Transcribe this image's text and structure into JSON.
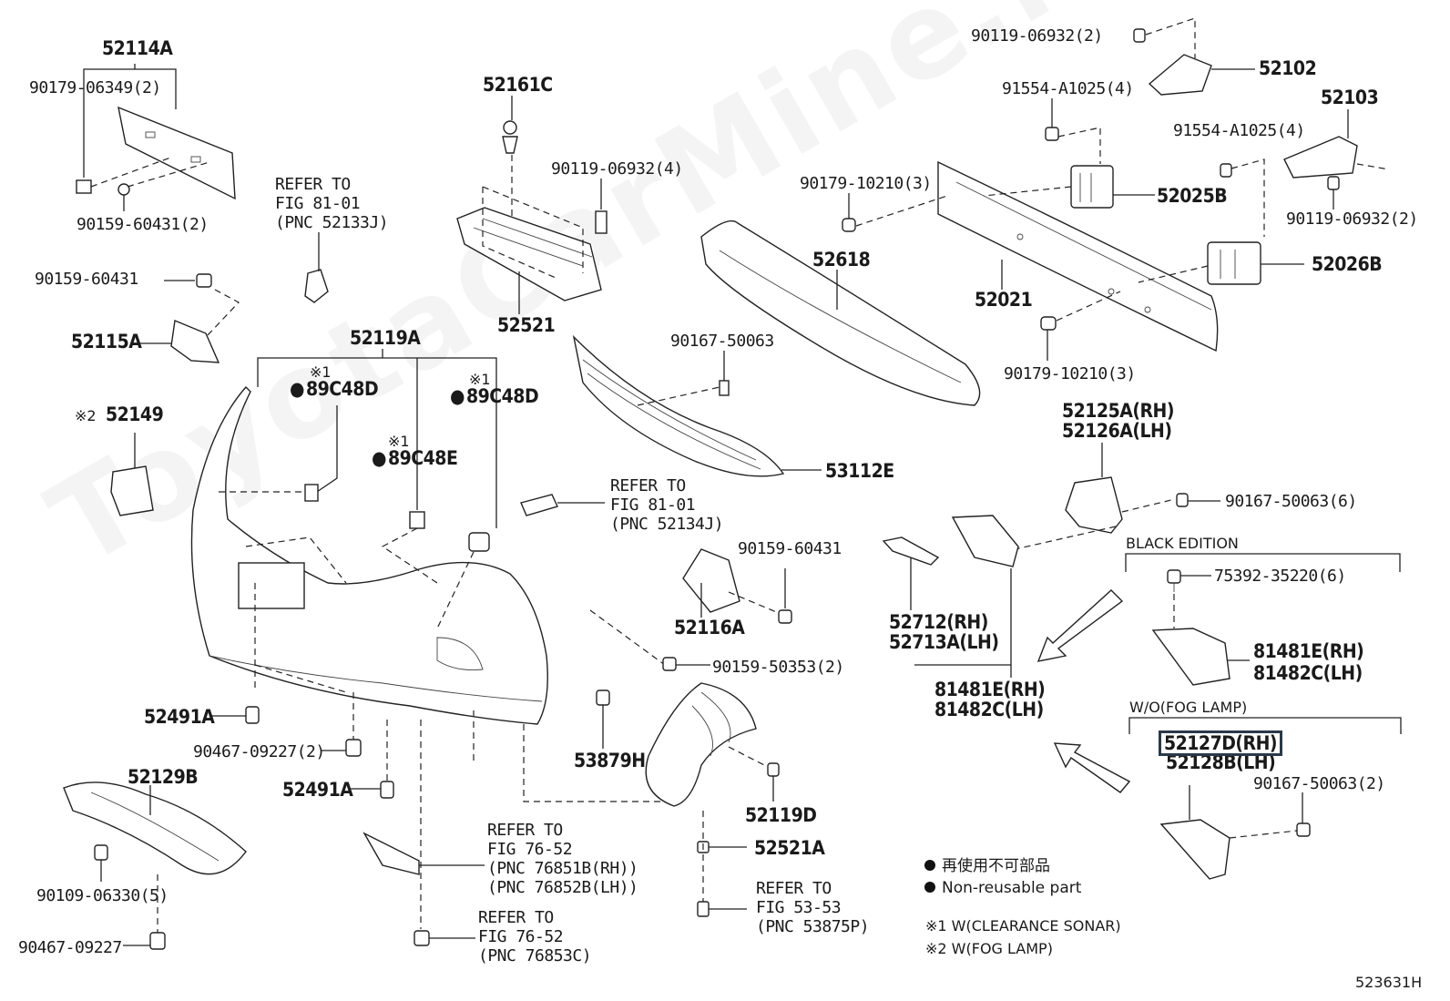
{
  "diagram_id": "523631H",
  "watermark": "ToyotaCarMine.ru",
  "labels": {
    "p52114A": "52114A",
    "p90179_06349": "90179-06349(2)",
    "p90159_60431_2": "90159-60431(2)",
    "p90159_60431": "90159-60431",
    "p52115A": "52115A",
    "ref81_a_1": "REFER TO",
    "ref81_a_2": "FIG 81-01",
    "ref81_a_3": "(PNC 52133J)",
    "p52161C": "52161C",
    "p90119_06932_4": "90119-06932(4)",
    "p52521": "52521",
    "p52119A": "52119A",
    "p89C48D_a": "89C48D",
    "p89C48D_b": "89C48D",
    "p89C48E": "89C48E",
    "note1_a": "※1",
    "note1_b": "※1",
    "note1_c": "※1",
    "note2_a": "※2",
    "p52149": "52149",
    "p90167_50063": "90167-50063",
    "p53112E": "53112E",
    "ref81_b_1": "REFER TO",
    "ref81_b_2": "FIG 81-01",
    "ref81_b_3": "(PNC 52134J)",
    "p90159_60431_b": "90159-60431",
    "p52116A": "52116A",
    "p90159_50353": "90159-50353(2)",
    "p52491A_a": "52491A",
    "p52491A_b": "52491A",
    "p90467_09227_2": "90467-09227(2)",
    "p53879H": "53879H",
    "p52119D": "52119D",
    "p52129B": "52129B",
    "p90109_06330": "90109-06330(5)",
    "p90467_09227": "90467-09227",
    "ref76_a_1": "REFER TO",
    "ref76_a_2": "FIG 76-52",
    "ref76_a_3": "(PNC 76851B(RH))",
    "ref76_a_4": "(PNC 76852B(LH))",
    "ref76_b_1": "REFER TO",
    "ref76_b_2": "FIG 76-52",
    "ref76_b_3": "(PNC 76853C)",
    "p52521A": "52521A",
    "ref53_1": "REFER TO",
    "ref53_2": "FIG 53-53",
    "ref53_3": "(PNC 53875P)",
    "p90119_06932_2_top": "90119-06932(2)",
    "p52102": "52102",
    "p91554_a": "91554-A1025(4)",
    "p91554_b": "91554-A1025(4)",
    "p52103": "52103",
    "p90179_10210_a": "90179-10210(3)",
    "p52025B": "52025B",
    "p90119_06932_2_r": "90119-06932(2)",
    "p52618": "52618",
    "p52026B": "52026B",
    "p52021": "52021",
    "p90179_10210_b": "90179-10210(3)",
    "p52125A": "52125A(RH)",
    "p52126A": "52126A(LH)",
    "p90167_50063_6": "90167-50063(6)",
    "black_edition": "BLACK EDITION",
    "p75392": "75392-35220(6)",
    "p52712": "52712(RH)",
    "p52713A": "52713A(LH)",
    "p81481E_a": "81481E(RH)",
    "p81482C_a": "81482C(LH)",
    "p81481E_b": "81481E(RH)",
    "p81482C_b": "81482C(LH)",
    "wo_fog": "W/O(FOG LAMP)",
    "p52127D": "52127D(RH)",
    "p52128B": "52128B(LH)",
    "p90167_50063_2": "90167-50063(2)",
    "legend_cn": "再使用不可部品",
    "legend_en": "Non-reusable part",
    "note1_text": "※1 W(CLEARANCE SONAR)",
    "note2_text": "※2 W(FOG LAMP)"
  }
}
